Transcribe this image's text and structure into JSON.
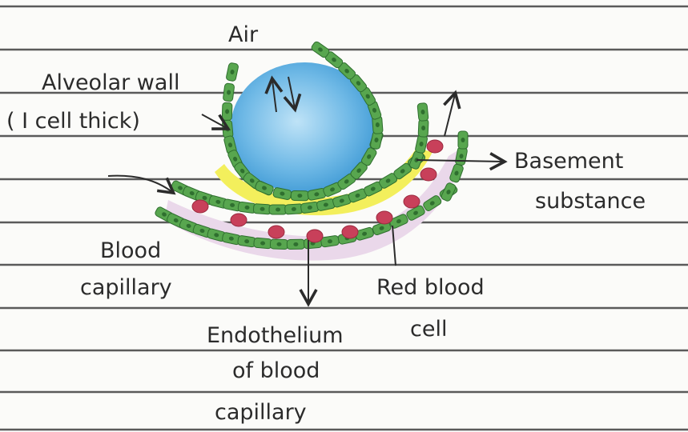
{
  "labels": {
    "air": "Air",
    "alveolar_wall_line1": "Alveolar wall",
    "alveolar_wall_line2": "( I cell thick)",
    "basement_line1": "Basement",
    "basement_line2": "substance",
    "blood_line1": "Blood",
    "blood_line2": "capillary",
    "rbc_line1": "Red blood",
    "rbc_line2": "cell",
    "endo_line1": "Endothelium",
    "endo_line2": "of blood",
    "endo_line3": "capillary"
  },
  "colors": {
    "paper": "#fbfbf9",
    "ruled_line": "#5a5a5a",
    "air_blue": "#5aaee0",
    "cell_green": "#58a64f",
    "nucleus": "#2f6f2f",
    "basement_yellow": "#f3ef5c",
    "plasma_pink": "#ead8ea",
    "rbc_red": "#c8405a",
    "ink": "#2b2b2b"
  }
}
